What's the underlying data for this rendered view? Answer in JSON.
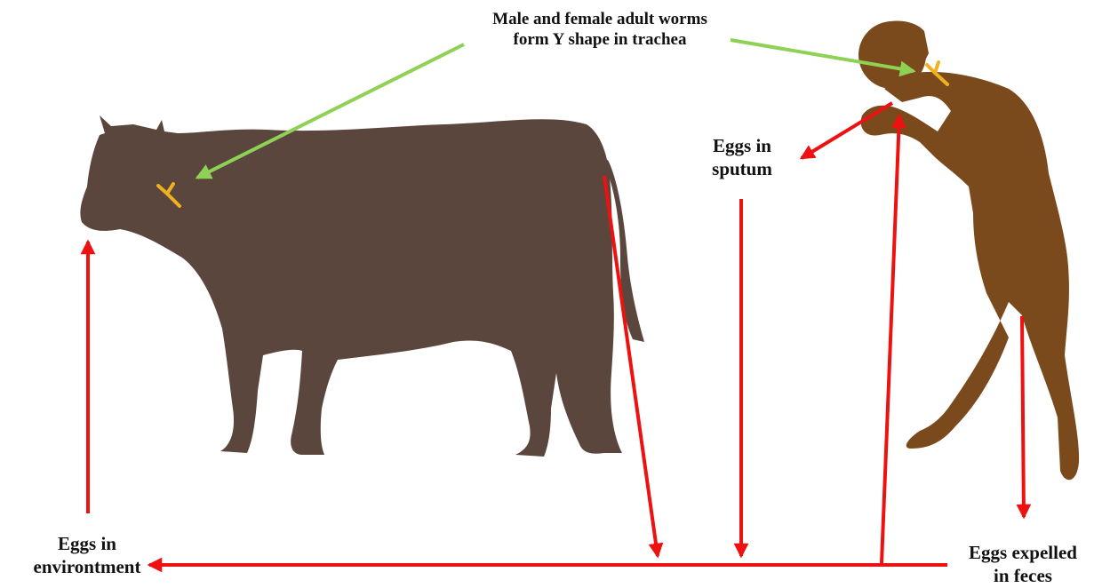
{
  "diagram": {
    "labels": {
      "adult_worms": [
        "Male and female  adult worms",
        "form Y shape in trachea"
      ],
      "eggs_sputum": [
        "Eggs in",
        "sputum"
      ],
      "eggs_environment": [
        "Eggs in",
        "environtment"
      ],
      "eggs_feces": [
        "Eggs expelled",
        "in feces"
      ]
    },
    "nodes": [
      "cow",
      "human"
    ],
    "worm_symbol": "Y",
    "colors": {
      "cow": "#5a463c",
      "human": "#7a4a1c",
      "worm": "#f0b020",
      "cycle_arrow": "#ee1111",
      "pointer_arrow": "#8fd155",
      "text": "#111111"
    }
  }
}
